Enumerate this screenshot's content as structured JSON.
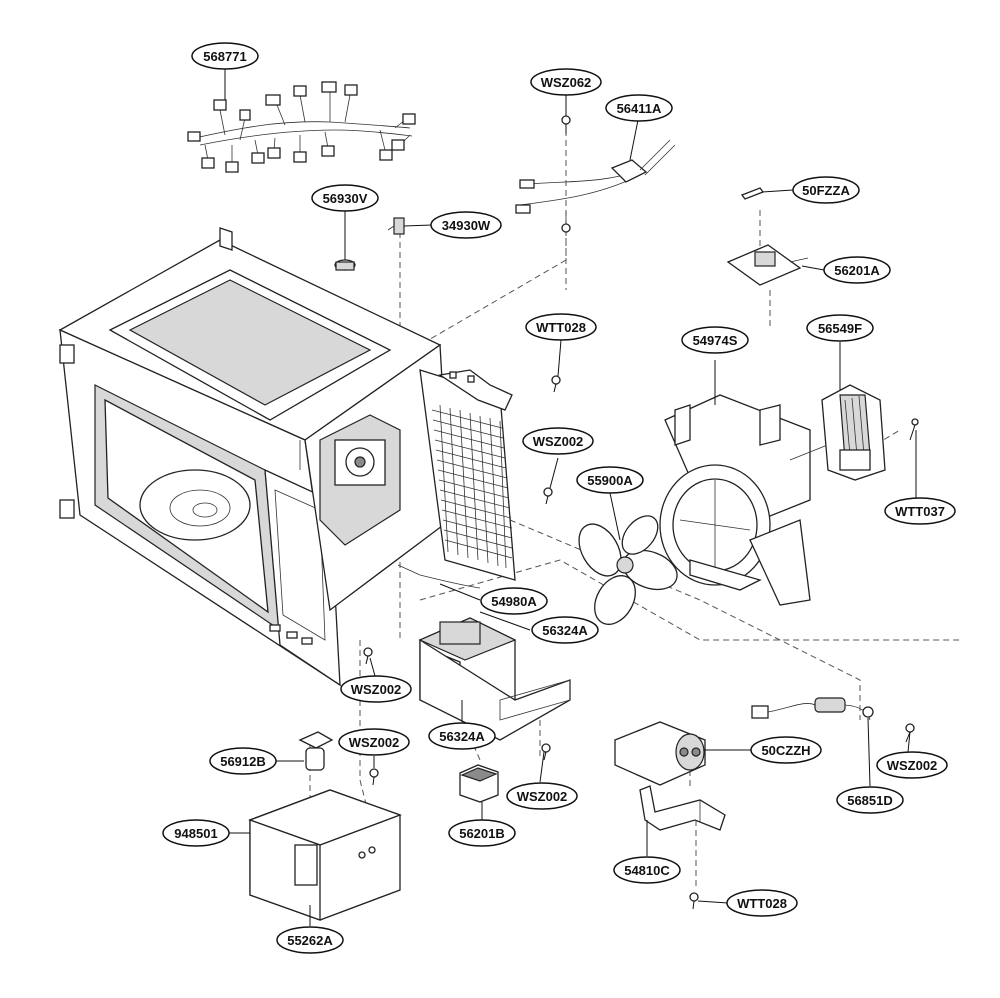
{
  "labels": [
    {
      "id": "568771",
      "text": "568771"
    },
    {
      "id": "WSZ062",
      "text": "WSZ062"
    },
    {
      "id": "56411A",
      "text": "56411A"
    },
    {
      "id": "50FZZA",
      "text": "50FZZA"
    },
    {
      "id": "56930V",
      "text": "56930V"
    },
    {
      "id": "34930W",
      "text": "34930W"
    },
    {
      "id": "56201A",
      "text": "56201A"
    },
    {
      "id": "WTT028_top",
      "text": "WTT028"
    },
    {
      "id": "54974S",
      "text": "54974S"
    },
    {
      "id": "56549F",
      "text": "56549F"
    },
    {
      "id": "WSZ002_mid",
      "text": "WSZ002"
    },
    {
      "id": "55900A",
      "text": "55900A"
    },
    {
      "id": "WTT037",
      "text": "WTT037"
    },
    {
      "id": "54980A",
      "text": "54980A"
    },
    {
      "id": "56324A_upper",
      "text": "56324A"
    },
    {
      "id": "WSZ002_left",
      "text": "WSZ002"
    },
    {
      "id": "56324A_lower",
      "text": "56324A"
    },
    {
      "id": "WSZ002_fuse",
      "text": "WSZ002"
    },
    {
      "id": "56912B",
      "text": "56912B"
    },
    {
      "id": "948501",
      "text": "948501"
    },
    {
      "id": "WSZ002_bottom",
      "text": "WSZ002"
    },
    {
      "id": "56201B",
      "text": "56201B"
    },
    {
      "id": "50CZZH",
      "text": "50CZZH"
    },
    {
      "id": "WSZ002_right",
      "text": "WSZ002"
    },
    {
      "id": "56851D",
      "text": "56851D"
    },
    {
      "id": "54810C",
      "text": "54810C"
    },
    {
      "id": "WTT028_bottom",
      "text": "WTT028"
    },
    {
      "id": "55262A",
      "text": "55262A"
    }
  ]
}
